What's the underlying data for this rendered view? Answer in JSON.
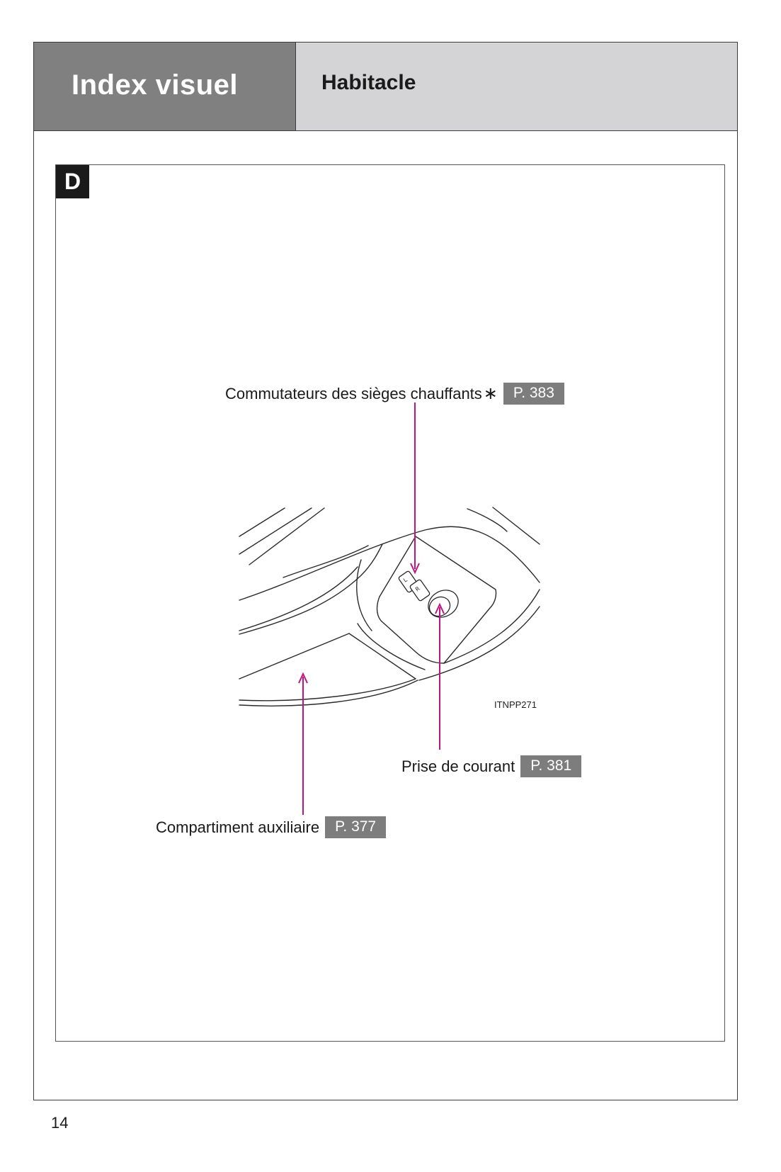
{
  "header": {
    "section": "Index visuel",
    "subsection": "Habitacle"
  },
  "panel": {
    "badge": "D",
    "image_code": "ITNPP271",
    "callouts": {
      "heated_seats": {
        "label": "Commutateurs des sièges chauffants",
        "asterisk": "∗",
        "page_ref": "P. 383"
      },
      "power_outlet": {
        "label": "Prise de courant",
        "page_ref": "P. 381"
      },
      "aux_compartment": {
        "label": "Compartiment auxiliaire",
        "page_ref": "P. 377"
      }
    },
    "colors": {
      "leader_line": "#c0157a",
      "page_ref_bg": "#7d7d7d",
      "header_dark": "#808080",
      "header_light": "#d4d4d6"
    }
  },
  "footer": {
    "page_number": "14"
  }
}
